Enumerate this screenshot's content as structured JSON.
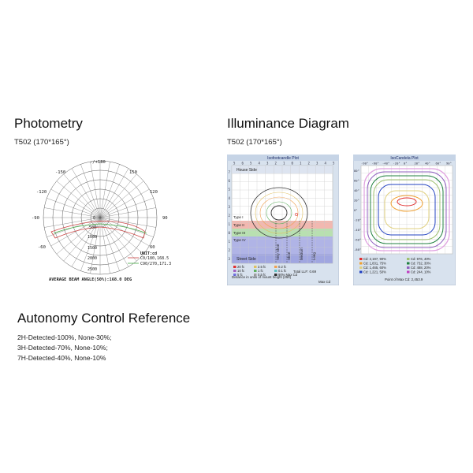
{
  "photometry": {
    "title": "Photometry",
    "subtitle": "T502 (170*165°)",
    "angle_labels": [
      "-/+180",
      "-150",
      "150",
      "-120",
      "120",
      "-90",
      "90",
      "-60",
      "60"
    ],
    "radial_labels": [
      "0",
      "500",
      "1000",
      "1500",
      "2000",
      "2500"
    ],
    "legend": {
      "unit": "UNIT:cd",
      "c0": "C0/180,168.5",
      "c90": "C90/270,171.3"
    },
    "footer": "AVERAGE BEAM ANGLE(50%):168.0 DEG"
  },
  "illuminance": {
    "title": "Illuminance Diagram",
    "subtitle": "T502 (170*165°)",
    "isofoot": {
      "title": "Isofootcandle Plot",
      "top_ticks": [
        "5",
        "6",
        "5",
        "4",
        "3",
        "2",
        "1",
        "0",
        "1",
        "2",
        "3",
        "4",
        "5"
      ],
      "left_ticks": [
        "7",
        "6",
        "5",
        "4",
        "3",
        "2",
        "1",
        "0",
        "1",
        "2",
        "3"
      ],
      "labels": {
        "house_side": "House Side",
        "street_side": "Street Side",
        "type1": "Type I",
        "type2": "Type II",
        "type3": "Type III",
        "type4": "Type IV"
      },
      "v_labels": [
        "Very Short",
        "Short",
        "Medium",
        "Long"
      ],
      "legend": [
        {
          "label": "20 fc",
          "color": "#e03030"
        },
        {
          "label": "10 fc",
          "color": "#a060c0"
        },
        {
          "label": "5 fc",
          "color": "#7070e0"
        },
        {
          "label": "2.5 fc",
          "color": "#e0c060"
        },
        {
          "label": "1 fc",
          "color": "#60b060"
        },
        {
          "label": "0.5 fc",
          "color": "#a0a0a0"
        },
        {
          "label": "0.2 fc",
          "color": "#f0a050"
        },
        {
          "label": "0.1 fc",
          "color": "#60c0c0"
        },
        {
          "label": "90% Max Cd",
          "color": "#303030"
        }
      ],
      "total_llf": "Total LLF: 0.69",
      "distance": "Distance in units of mount height (25ft)",
      "max_cd": "Max Cd"
    },
    "isocandela": {
      "title": "IsoCandela Plot",
      "top_ticks": [
        "-90°",
        "-60°",
        "-40°",
        "-20°",
        "0°",
        "20°",
        "40°",
        "60°",
        "90°"
      ],
      "left_ticks": [
        "80°",
        "60°",
        "40°",
        "20°",
        "0°",
        "-20°",
        "-40°",
        "-60°",
        "-80°"
      ],
      "legend": [
        {
          "label": "Cd: 2,197, 90%",
          "color": "#e03030"
        },
        {
          "label": "Cd: 1,831, 75%",
          "color": "#f0a030"
        },
        {
          "label": "Cd: 1,465, 60%",
          "color": "#e0d080"
        },
        {
          "label": "Cd: 1,221, 50%",
          "color": "#2040c0"
        },
        {
          "label": "Cd: 976, 40%",
          "color": "#a0c070"
        },
        {
          "label": "Cd: 732, 30%",
          "color": "#208040"
        },
        {
          "label": "Cd: 488, 20%",
          "color": "#9060c0"
        },
        {
          "label": "Cd: 244, 10%",
          "color": "#c040c0"
        }
      ],
      "point_max": "Point of Max Cd: 2,453.9"
    }
  },
  "autonomy": {
    "title": "Autonomy Control Reference",
    "lines": [
      "2H-Detected-100%, None-30%;",
      "3H-Detected-70%, None-10%;",
      "7H-Detected-40%, None-10%"
    ]
  }
}
